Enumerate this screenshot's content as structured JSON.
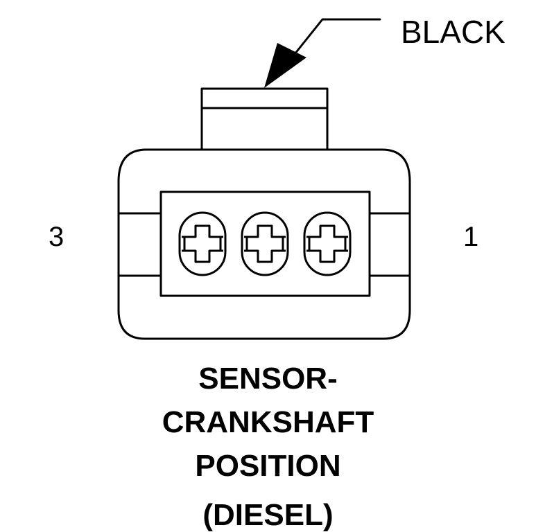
{
  "callout": {
    "label": "BLACK",
    "icon": "arrow-icon"
  },
  "pins": {
    "left_label": "3",
    "right_label": "1",
    "count": 3
  },
  "title": {
    "line1": "SENSOR-",
    "line2": "CRANKSHAFT",
    "line3": "POSITION",
    "line4": "(DIESEL)"
  },
  "colors": {
    "stroke": "#000000",
    "background": "#ffffff"
  }
}
